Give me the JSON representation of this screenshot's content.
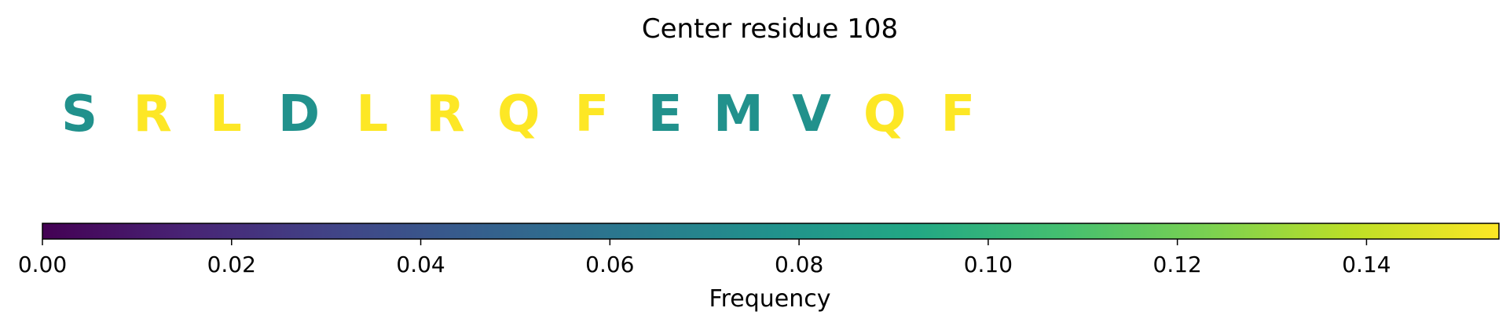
{
  "chart_data": {
    "type": "sequence-heatmap",
    "title": "Center residue 108",
    "residues": [
      {
        "letter": "S",
        "frequency": 0.077
      },
      {
        "letter": "R",
        "frequency": 0.154
      },
      {
        "letter": "L",
        "frequency": 0.154
      },
      {
        "letter": "D",
        "frequency": 0.077
      },
      {
        "letter": "L",
        "frequency": 0.154
      },
      {
        "letter": "R",
        "frequency": 0.154
      },
      {
        "letter": "Q",
        "frequency": 0.154
      },
      {
        "letter": "F",
        "frequency": 0.154
      },
      {
        "letter": "E",
        "frequency": 0.077
      },
      {
        "letter": "M",
        "frequency": 0.077
      },
      {
        "letter": "V",
        "frequency": 0.077
      },
      {
        "letter": "Q",
        "frequency": 0.154
      },
      {
        "letter": "F",
        "frequency": 0.154
      }
    ],
    "colorbar": {
      "label": "Frequency",
      "colormap": "viridis",
      "range": [
        0.0,
        0.154
      ],
      "ticks": [
        0.0,
        0.02,
        0.04,
        0.06,
        0.08,
        0.1,
        0.12,
        0.14
      ],
      "tick_labels": [
        "0.00",
        "0.02",
        "0.04",
        "0.06",
        "0.08",
        "0.10",
        "0.12",
        "0.14"
      ]
    }
  }
}
